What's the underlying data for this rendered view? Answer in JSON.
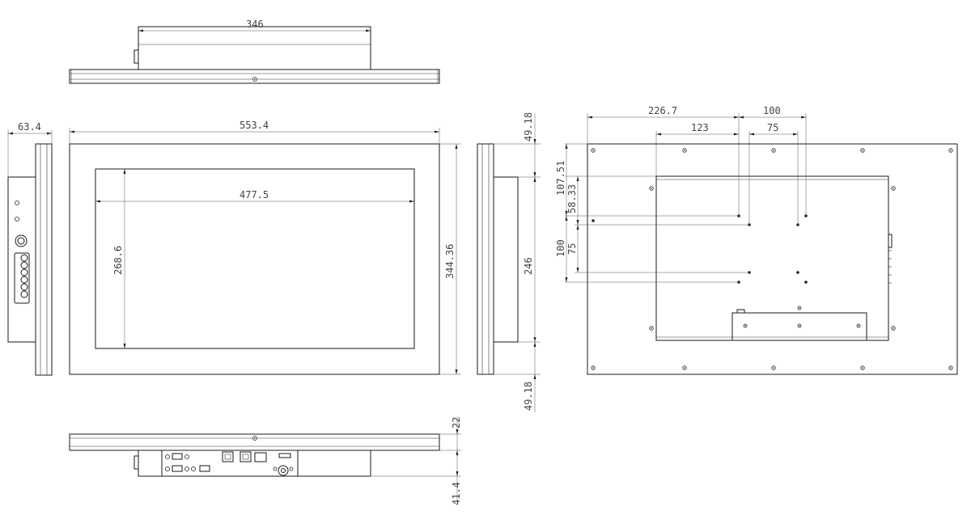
{
  "dimensions": {
    "top_width": "346",
    "side_depth": "63.4",
    "front_width": "553.4",
    "screen_width": "477.5",
    "screen_height": "268.6",
    "front_height": "344.36",
    "rear_top_offset": "49.18",
    "rear_bottom_offset": "49.18",
    "rear_hole_span": "246",
    "back_offset_left": "226.7",
    "back_vesa_100_h": "100",
    "back_offset_123": "123",
    "back_vesa_75_h": "75",
    "back_offset_107": "107.51",
    "back_offset_58": "58.33",
    "back_vesa_100_v": "100",
    "back_vesa_75_v": "75",
    "bottom_bezel": "22",
    "bottom_depth": "41.4"
  }
}
